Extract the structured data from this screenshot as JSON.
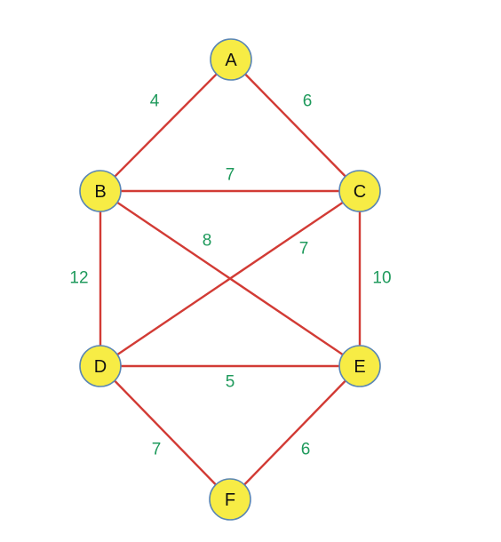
{
  "graph": {
    "colors": {
      "edge": "#d23b35",
      "node_fill": "#f7ec45",
      "node_stroke": "#5a86b4",
      "weight_text": "#1f9a5c",
      "node_text": "#111111"
    },
    "nodes": [
      {
        "id": "A",
        "label": "A"
      },
      {
        "id": "B",
        "label": "B"
      },
      {
        "id": "C",
        "label": "C"
      },
      {
        "id": "D",
        "label": "D"
      },
      {
        "id": "E",
        "label": "E"
      },
      {
        "id": "F",
        "label": "F"
      }
    ],
    "edges": [
      {
        "from": "A",
        "to": "B",
        "weight": "4"
      },
      {
        "from": "A",
        "to": "C",
        "weight": "6"
      },
      {
        "from": "B",
        "to": "C",
        "weight": "7"
      },
      {
        "from": "B",
        "to": "E",
        "weight": "8"
      },
      {
        "from": "C",
        "to": "D",
        "weight": "7"
      },
      {
        "from": "B",
        "to": "D",
        "weight": "12"
      },
      {
        "from": "C",
        "to": "E",
        "weight": "10"
      },
      {
        "from": "D",
        "to": "E",
        "weight": "5"
      },
      {
        "from": "D",
        "to": "F",
        "weight": "7"
      },
      {
        "from": "E",
        "to": "F",
        "weight": "6"
      }
    ]
  }
}
